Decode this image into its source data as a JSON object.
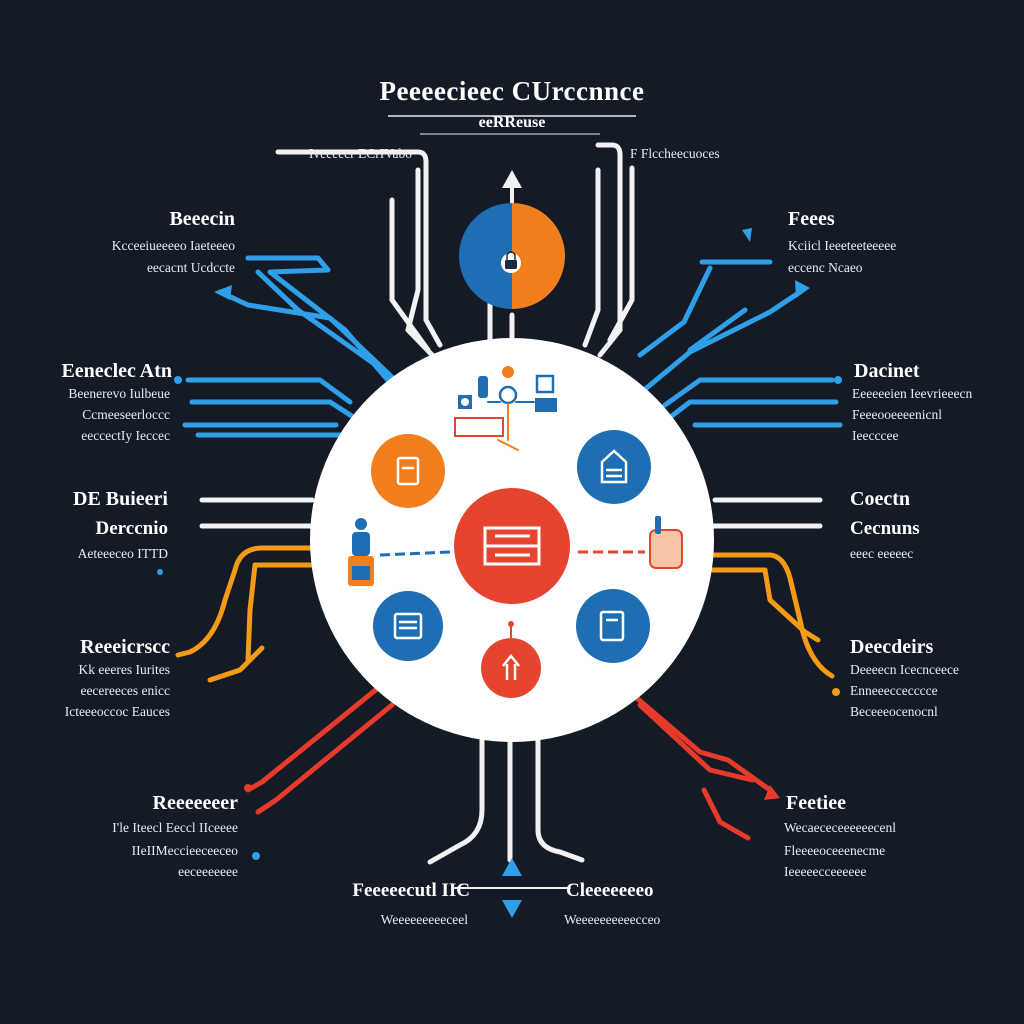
{
  "header": {
    "title": "Peeeecieec CUrccnnce",
    "subtitle": "eeRReuse",
    "left_caption": "Iveeeecr ECrIVabo",
    "right_caption": "F Flccheecuoces"
  },
  "labels": {
    "top_left": {
      "title": "Beeecin",
      "line1": "Kcceeiueeeeo Iaeteeeo",
      "line2": "eecacnt Ucdccte"
    },
    "top_right": {
      "title": "Feees",
      "line1": "Kciicl Ieeeteeteeeee",
      "line2": "eccenc Ncaeo"
    },
    "upper_left": {
      "title": "Eeneclec Atn",
      "line1": "Beenerevo Iulbeue",
      "line2": "Ccmeeseerloccc",
      "line3": "eeccectIy Ieccec"
    },
    "upper_right": {
      "title": "Dacinet",
      "line1": "Eeeeeeien Ieevrieeecn",
      "line2": "Feeeooeeeenicnl",
      "line3": "Ieecccee"
    },
    "mid_left": {
      "title": "DE Buieeri",
      "line1": "Derccnio",
      "line2": "Aeteeeceo ITTD"
    },
    "mid_right": {
      "title": "Coectn",
      "line1": "Cecnuns",
      "line2": "eeec eeeeec"
    },
    "lower_left": {
      "title": "Reeeicrscc",
      "line1": "Kk eeeres Iurites",
      "line2": "eecereeces enicc",
      "line3": "Icteeeoccoc Eauces"
    },
    "lower_right": {
      "title": "Deecdeirs",
      "line1": "Deeeecn Icecnceece",
      "line2": "Enneeeccecccce",
      "line3": "Beceeeocenocnl"
    },
    "bottom_left": {
      "title": "Reeeeeeer",
      "line1": "I'le Iteecl Eeccl IIceeee",
      "line2": "IIeIIMeccieeceeceo",
      "line3": "eeceeeeeee"
    },
    "bottom_right": {
      "title": "Feetiee",
      "line1": "Wecaececeeeeeecenl",
      "line2": "Fleeeeoceeenecme",
      "line3": "Ieeeeecceeeeee"
    },
    "bottom_center_left": {
      "title": "Feeeeecutl IIC",
      "line1": "Weeeeeeeeeceel"
    },
    "bottom_center_right": {
      "title": "Cleeeeeeeo",
      "line1": "Weeeeeeeeeecceo"
    }
  },
  "colors": {
    "background": "#141a26",
    "blue": "#1f6eb4",
    "orange": "#f07f1c",
    "red": "#e5452f",
    "line_blue": "#2f9fe8",
    "line_orange": "#f59a14",
    "line_red": "#e83a2a",
    "line_white": "#f2f2f2",
    "hub": "#ffffff"
  },
  "icons": {
    "center": "server-rack-icon",
    "upper_left": "document-icon",
    "upper_right": "house-icon",
    "lower_left": "tablet-icon",
    "lower_right": "clipboard-icon",
    "bottom": "up-arrow-icon",
    "top_node": "lock-icon",
    "left_side": "robot-icon",
    "right_side": "hand-icon",
    "top_cluster": "network-devices-icon"
  }
}
